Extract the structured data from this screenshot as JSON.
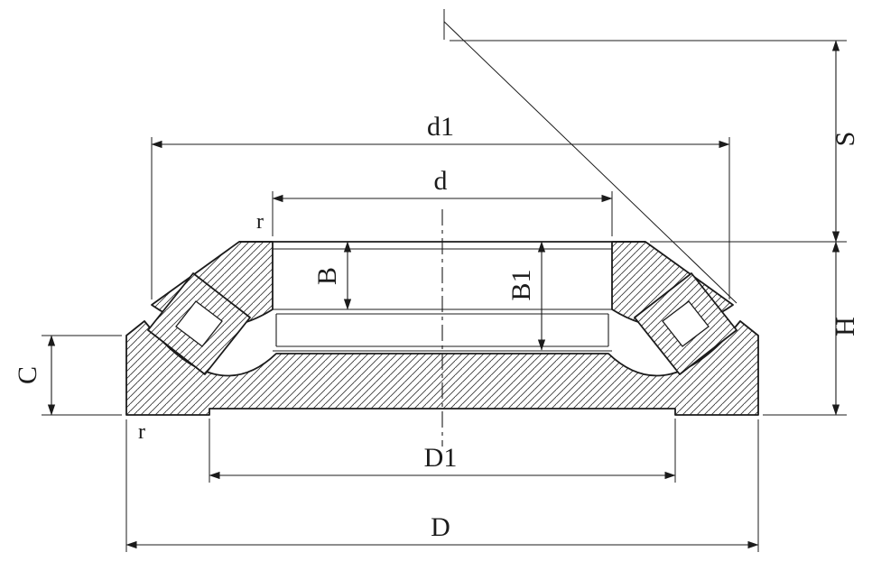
{
  "drawing": {
    "title": "spherical-roller-thrust-bearing-section",
    "colors": {
      "line": "#1b1b1b",
      "background": "#ffffff"
    },
    "labels": {
      "d1": "d1",
      "d": "d",
      "r_top": "r",
      "B": "B",
      "B1": "B1",
      "S": "S",
      "H": "H",
      "C": "C",
      "D1": "D1",
      "D": "D",
      "r_bottom": "r"
    }
  }
}
